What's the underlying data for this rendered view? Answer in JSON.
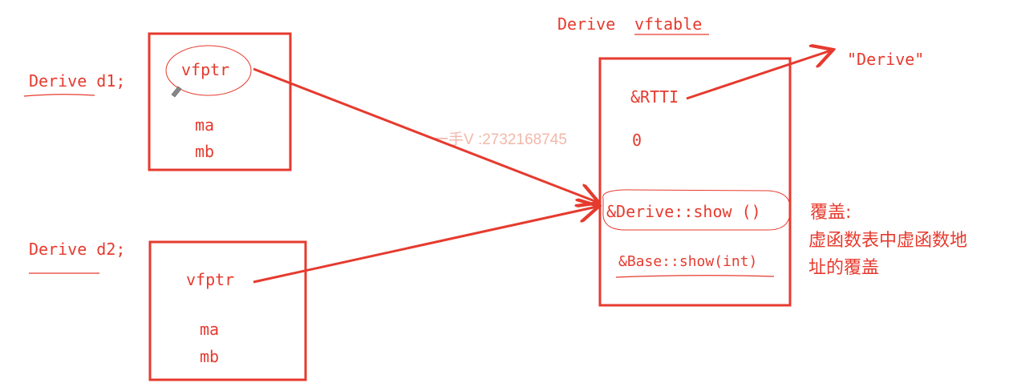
{
  "objects": [
    {
      "declaration": "Derive d1;",
      "vfptr": "vfptr",
      "members": [
        "ma",
        "mb"
      ]
    },
    {
      "declaration": "Derive d2;",
      "vfptr": "vfptr",
      "members": [
        "ma",
        "mb"
      ]
    }
  ],
  "vftable": {
    "title_prefix": "Derive",
    "title_name": "vftable",
    "rtti": "&RTTI",
    "offset": "0",
    "entries": [
      "&Derive::show ()",
      "&Base::show(int)"
    ],
    "rtti_target": "\"Derive\""
  },
  "note": {
    "line1": "覆盖:",
    "line2": "虚函数表中虚函数地",
    "line3": "址的覆盖"
  },
  "watermark": "一手V :2732168745",
  "colors": {
    "ink": "#e63a2e",
    "watermark": "#f2b7aa"
  }
}
